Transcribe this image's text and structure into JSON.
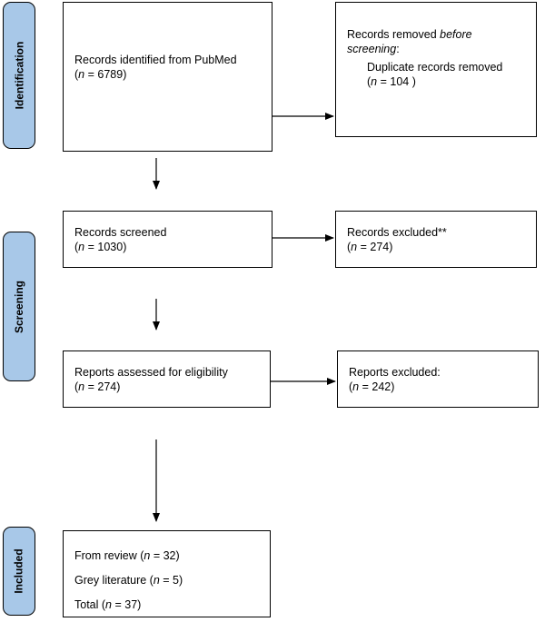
{
  "stages": {
    "identification": "Identification",
    "screening": "Screening",
    "included": "Included"
  },
  "identified": {
    "text": "Records identified from PubMed",
    "n": "6789"
  },
  "removed": {
    "line1": "Records removed ",
    "line1_em": "before",
    "line2_em": "screening",
    "line2_tail": ":",
    "sub": "Duplicate records removed",
    "n": "104 "
  },
  "screened": {
    "text": "Records screened",
    "n": "1030"
  },
  "excluded": {
    "text": "Records excluded**",
    "n": "274"
  },
  "assessed": {
    "text": "Reports assessed for eligibility",
    "n": " 274"
  },
  "reports_excluded": {
    "text": "Reports excluded:",
    "n": "242"
  },
  "included": {
    "review_label": "From review",
    "review_n": "32",
    "grey_label": "Grey literature",
    "grey_n": "5",
    "total_label": "Total",
    "total_n": "37"
  },
  "n_symbol": "n"
}
